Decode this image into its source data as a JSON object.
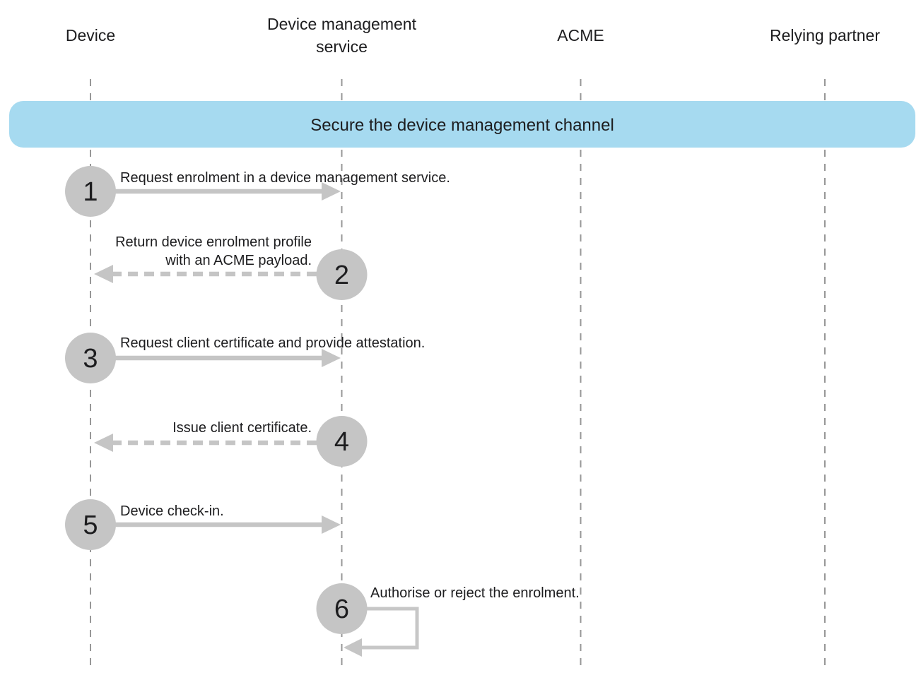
{
  "diagram": {
    "kind": "sequence-diagram",
    "banner_title": "Secure the device management channel",
    "colors": {
      "banner_blue": "#A6DAF0",
      "step_gray": "#C5C5C5",
      "lifeline_gray": "#979797",
      "text": "#1D1D1F",
      "background": "#FFFFFF"
    }
  },
  "actors": [
    {
      "id": "device",
      "lines": [
        "Device"
      ]
    },
    {
      "id": "device-management-service",
      "lines": [
        "Device management",
        "service"
      ]
    },
    {
      "id": "acme",
      "lines": [
        "ACME"
      ]
    },
    {
      "id": "relying-partner",
      "lines": [
        "Relying partner"
      ]
    }
  ],
  "steps": [
    {
      "number": "1",
      "label": "Request enrolment in a device management service.",
      "from": "device",
      "to": "device-management-service",
      "style": "solid"
    },
    {
      "number": "2",
      "label_lines": [
        "Return device enrolment profile",
        "with an ACME payload."
      ],
      "from": "device-management-service",
      "to": "device",
      "style": "dashed"
    },
    {
      "number": "3",
      "label": "Request client certificate and provide attestation.",
      "from": "device",
      "to": "device-management-service",
      "style": "solid"
    },
    {
      "number": "4",
      "label": "Issue client certificate.",
      "from": "device-management-service",
      "to": "device",
      "style": "dashed"
    },
    {
      "number": "5",
      "label": "Device check-in.",
      "from": "device",
      "to": "device-management-service",
      "style": "solid"
    },
    {
      "number": "6",
      "label": "Authorise or reject the enrolment.",
      "from": "device-management-service",
      "to": "device-management-service",
      "style": "self-loop"
    }
  ]
}
